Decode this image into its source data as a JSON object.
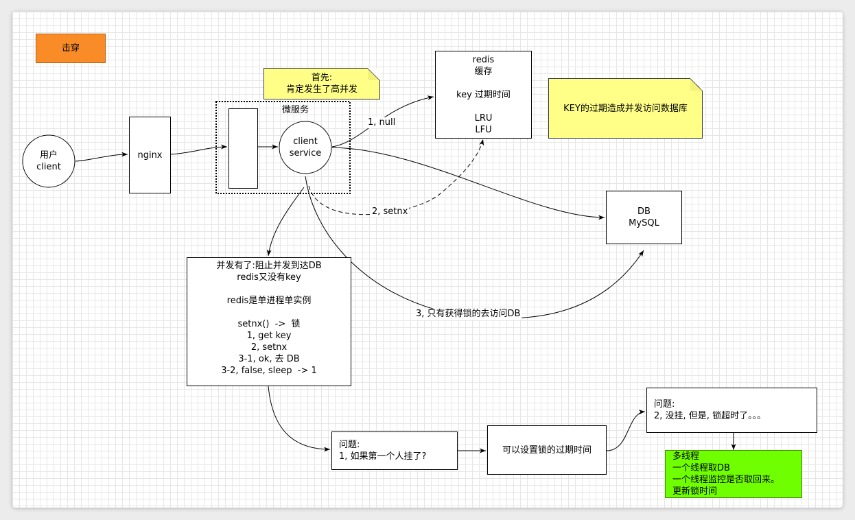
{
  "title_tag": {
    "text": "击穿",
    "color": "#f98c26"
  },
  "note_top": {
    "lines": [
      "首先:",
      "肯定发生了高并发"
    ],
    "color": "#ffff88"
  },
  "note_right": {
    "text": "KEY的过期造成并发访问数据库",
    "color": "#ffff88"
  },
  "user_client": {
    "lines": [
      "用户",
      "client"
    ]
  },
  "nginx": {
    "text": "nginx"
  },
  "microservice": {
    "title": "微服务",
    "client_service": [
      "client",
      "service"
    ]
  },
  "redis": {
    "lines": [
      "redis",
      "缓存",
      "",
      "key 过期时间",
      "",
      "LRU",
      "LFU"
    ]
  },
  "db": {
    "lines": [
      "DB",
      "MySQL"
    ]
  },
  "concurrency_box": {
    "lines": [
      "并发有了:阻止并发到达DB",
      "redis又没有key",
      "",
      "redis是单进程单实例",
      "",
      "setnx()  ->  锁",
      "1, get key",
      "2, setnx",
      "3-1, ok, 去 DB",
      "3-2, false, sleep  -> 1"
    ]
  },
  "question1": {
    "lines": [
      "问题:",
      "1, 如果第一个人挂了?"
    ]
  },
  "expire_box": {
    "text": "可以设置锁的过期时间"
  },
  "question2": {
    "lines": [
      "问题:",
      "2, 没挂, 但是, 锁超时了。。。"
    ]
  },
  "multithread": {
    "lines": [
      "多线程",
      "一个线程取DB",
      "一个线程监控是否取回来。",
      "更新锁时间"
    ],
    "color": "#70ff00"
  },
  "edge_labels": {
    "step1": "1,  null",
    "step2": "2,  setnx",
    "step3": "3,  只有获得锁的去访问DB"
  }
}
